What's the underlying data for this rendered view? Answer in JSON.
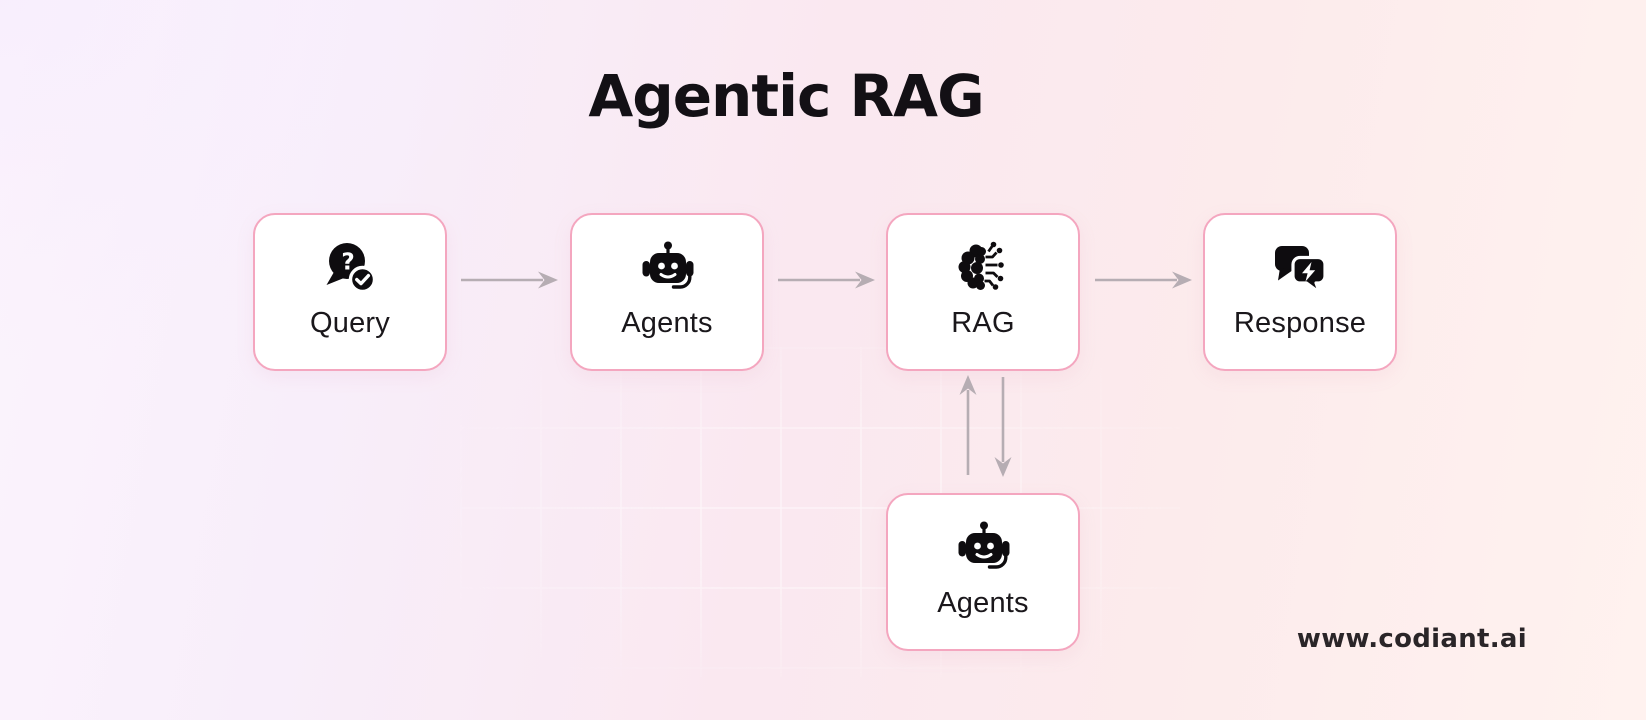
{
  "title": "Agentic RAG",
  "watermark": "www.codiant.ai",
  "colors": {
    "background_gradient": [
      "#fbf4fd",
      "#f8eefa",
      "#fae8f0",
      "#fcebec",
      "#fff2ef"
    ],
    "box_border": "#f4a6bf",
    "box_fill": "#ffffff",
    "arrow": "#b6adb3",
    "title_text": "#131015",
    "label_text": "#1a171b",
    "icon": "#0e0c0f",
    "grid_line": "rgba(255,255,255,0.65)"
  },
  "flow": {
    "nodes": [
      {
        "id": "query",
        "label": "Query",
        "icon": "question-chat-icon"
      },
      {
        "id": "agents",
        "label": "Agents",
        "icon": "robot-agent-icon"
      },
      {
        "id": "rag",
        "label": "RAG",
        "icon": "brain-circuit-icon"
      },
      {
        "id": "response",
        "label": "Response",
        "icon": "chat-bolt-icon"
      },
      {
        "id": "agents-loop",
        "label": "Agents",
        "icon": "robot-agent-icon"
      }
    ],
    "edges": [
      {
        "from": "query",
        "to": "agents",
        "direction": "right"
      },
      {
        "from": "agents",
        "to": "rag",
        "direction": "right"
      },
      {
        "from": "rag",
        "to": "response",
        "direction": "right"
      },
      {
        "from": "agents-loop",
        "to": "rag",
        "direction": "up"
      },
      {
        "from": "rag",
        "to": "agents-loop",
        "direction": "down"
      }
    ]
  }
}
